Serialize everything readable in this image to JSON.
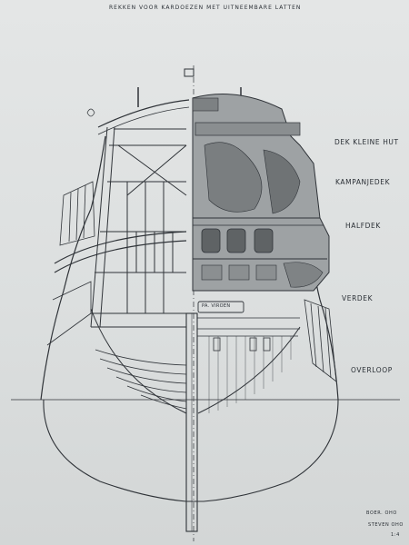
{
  "title": "REKKEN VOOR KARDOEZEN MET UITNEEMBARE LATTEN",
  "deck_labels": [
    "DEK KLEINE HUT",
    "KAMPANJEDEK",
    "HALFDEK",
    "VERDEK",
    "OVERLOOP"
  ],
  "stern_name": "PA. VIROEN",
  "signature": [
    "BOER. OHO",
    "STEVEN OHO",
    "1:4"
  ]
}
